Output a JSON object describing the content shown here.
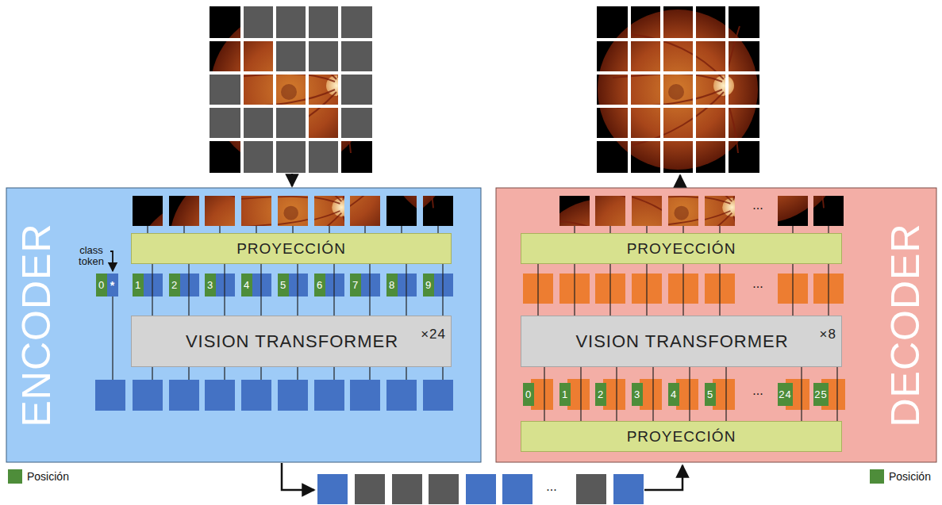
{
  "diagram": {
    "nodes": [
      {
        "text": [
          "ENCODER"
        ]
      },
      {
        "text": [
          "PROYECCIÓN"
        ],
        "in": 0
      },
      {
        "text": [
          "0"
        ],
        "in": 0
      },
      {
        "text": [
          "*"
        ],
        "in": 0
      },
      {
        "text": [
          "1"
        ],
        "in": 0
      },
      {
        "text": [
          "2"
        ],
        "in": 0
      },
      {
        "text": [
          "3"
        ],
        "in": 0
      },
      {
        "text": [
          "4"
        ],
        "in": 0
      },
      {
        "text": [
          "5"
        ],
        "in": 0
      },
      {
        "text": [
          "6"
        ],
        "in": 0
      },
      {
        "text": [
          "7"
        ],
        "in": 0
      },
      {
        "text": [
          "8"
        ],
        "in": 0
      },
      {
        "text": [
          "9"
        ],
        "in": 0
      },
      {
        "text": [
          "VISION TRANSFORMER",
          "×24"
        ],
        "in": 0
      },
      {
        "text": [
          "DECODER"
        ]
      },
      {
        "text": [
          "PROYECCIÓN"
        ],
        "in": 14
      },
      {
        "text": [
          "VISION TRANSFORMER",
          "×8"
        ],
        "in": 14
      },
      {
        "text": [
          "0"
        ],
        "in": 14
      },
      {
        "text": [
          "1"
        ],
        "in": 14
      },
      {
        "text": [
          "2"
        ],
        "in": 14
      },
      {
        "text": [
          "3"
        ],
        "in": 14
      },
      {
        "text": [
          "4"
        ],
        "in": 14
      },
      {
        "text": [
          "5"
        ],
        "in": 14
      },
      {
        "text": [
          "24"
        ],
        "in": 14
      },
      {
        "text": [
          "25"
        ],
        "in": 14
      },
      {
        "text": [
          "PROYECCIÓN"
        ],
        "in": 14
      }
    ],
    "edges": [
      {
        "from": 1,
        "to": 13,
        "arrow": "none"
      },
      {
        "from": 1,
        "to": 13,
        "arrow": "none"
      },
      {
        "from": 1,
        "to": 13,
        "arrow": "none"
      },
      {
        "from": 1,
        "to": 13,
        "arrow": "none"
      },
      {
        "from": 1,
        "to": 13,
        "arrow": "none"
      },
      {
        "from": 1,
        "to": 13,
        "arrow": "none"
      },
      {
        "from": 1,
        "to": 13,
        "arrow": "none"
      },
      {
        "from": 1,
        "to": 13,
        "arrow": "none"
      },
      {
        "from": 1,
        "to": 13,
        "arrow": "none"
      },
      {
        "from": 25,
        "to": 16,
        "arrow": "none"
      },
      {
        "from": 25,
        "to": 16,
        "arrow": "none"
      },
      {
        "from": 25,
        "to": 16,
        "arrow": "none"
      },
      {
        "from": 25,
        "to": 16,
        "arrow": "none"
      },
      {
        "from": 25,
        "to": 16,
        "arrow": "none"
      },
      {
        "from": 25,
        "to": 16,
        "arrow": "none"
      },
      {
        "from": 25,
        "to": 16,
        "arrow": "none"
      },
      {
        "from": 25,
        "to": 16,
        "arrow": "none"
      },
      {
        "from": 16,
        "to": 15,
        "arrow": "none"
      },
      {
        "from": 16,
        "to": 15,
        "arrow": "none"
      },
      {
        "from": 16,
        "to": 15,
        "arrow": "none"
      },
      {
        "from": 16,
        "to": 15,
        "arrow": "none"
      },
      {
        "from": 16,
        "to": 15,
        "arrow": "none"
      },
      {
        "from": 16,
        "to": 15,
        "arrow": "none"
      },
      {
        "from": 16,
        "to": 15,
        "arrow": "none"
      },
      {
        "from": 16,
        "to": 15,
        "arrow": "none"
      }
    ],
    "labels": [
      "class token",
      "...",
      "...",
      "...",
      "..."
    ],
    "legend": [
      {
        "text": "Posición",
        "color": "#4e8d3a"
      },
      {
        "text": "Posición",
        "color": "#4e8d3a"
      }
    ]
  }
}
